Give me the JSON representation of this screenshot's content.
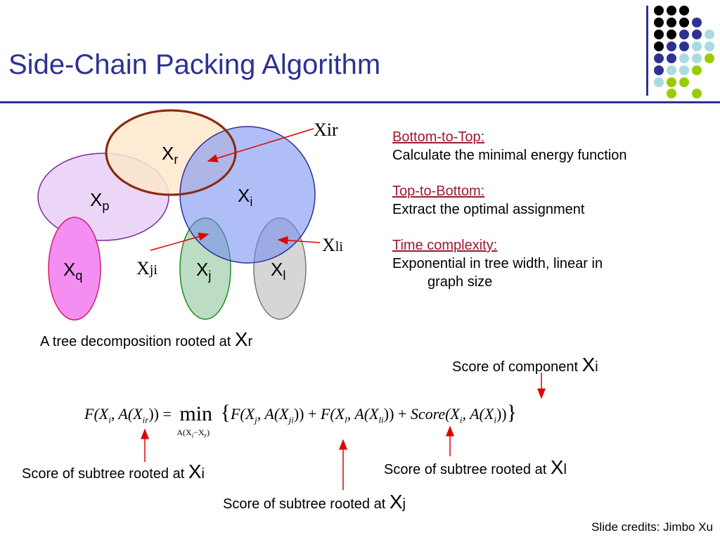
{
  "title": "Side-Chain Packing Algorithm",
  "decor_dots": {
    "colors": [
      "#000000",
      "#2e3192",
      "#a8dce0",
      "#99cc00"
    ]
  },
  "tree": {
    "nodes": [
      {
        "id": "r",
        "base": "X",
        "sub": "r",
        "fill": "#fde8cc",
        "stroke": "#8b2a0e"
      },
      {
        "id": "i",
        "base": "X",
        "sub": "i",
        "fill": "#a3b4f7",
        "stroke": "#2e3192"
      },
      {
        "id": "p",
        "base": "X",
        "sub": "p",
        "fill": "#ecd6f7",
        "stroke": "#7a2aa0"
      },
      {
        "id": "q",
        "base": "X",
        "sub": "q",
        "fill": "#f58ef2",
        "stroke": "#d61f6a"
      },
      {
        "id": "j",
        "base": "X",
        "sub": "j",
        "fill": "#bcdcc3",
        "stroke": "#1e8a1e"
      },
      {
        "id": "l",
        "base": "X",
        "sub": "l",
        "fill": "#d6d6d6",
        "stroke": "#777777"
      }
    ],
    "separators": [
      {
        "base": "X",
        "sub": "ir"
      },
      {
        "base": "X",
        "sub": "li"
      },
      {
        "base": "X",
        "sub": "ji"
      }
    ],
    "caption": "A tree decomposition rooted at ",
    "caption_var": "X",
    "caption_sub": "r"
  },
  "info": [
    {
      "head": "Bottom-to-Top:",
      "body": "Calculate the minimal energy function"
    },
    {
      "head": "Top-to-Bottom:",
      "body": "Extract the optimal assignment"
    },
    {
      "head": "Time complexity:",
      "body": "Exponential in tree width, linear in",
      "body2": "graph size"
    }
  ],
  "formula": {
    "lhs": "F(X",
    "lhs_sub_i": "i",
    "lhs_mid": ", A(X",
    "lhs_sub_ir": "ir",
    "lhs_end": ")) =",
    "min": "min",
    "min_under": "A(X",
    "min_under_sub_i": "i",
    "min_under_mid": "−X",
    "min_under_sub_r": "r",
    "min_under_end": ")",
    "term1": "F(X",
    "term1_sub": "j",
    "term1_mid": ", A(X",
    "term1_sub2": "ji",
    "term1_end": ")) + ",
    "term2": "F(X",
    "term2_sub": "l",
    "term2_mid": ", A(X",
    "term2_sub2": "li",
    "term2_end": ")) + ",
    "term3": "Score(X",
    "term3_sub": "i",
    "term3_mid": ", A(X",
    "term3_sub2": "i",
    "term3_end": "))"
  },
  "annotations": {
    "score_component": {
      "text": "Score of component ",
      "var": "X",
      "sub": "i"
    },
    "subtree_i": {
      "text": "Score of subtree rooted at ",
      "var": "X",
      "sub": "i"
    },
    "subtree_l": {
      "text": "Score of subtree rooted at ",
      "var": "X",
      "sub": "l"
    },
    "subtree_j": {
      "text": "Score of subtree rooted at ",
      "var": "X",
      "sub": "j"
    }
  },
  "credits": "Slide credits: Jimbo Xu"
}
